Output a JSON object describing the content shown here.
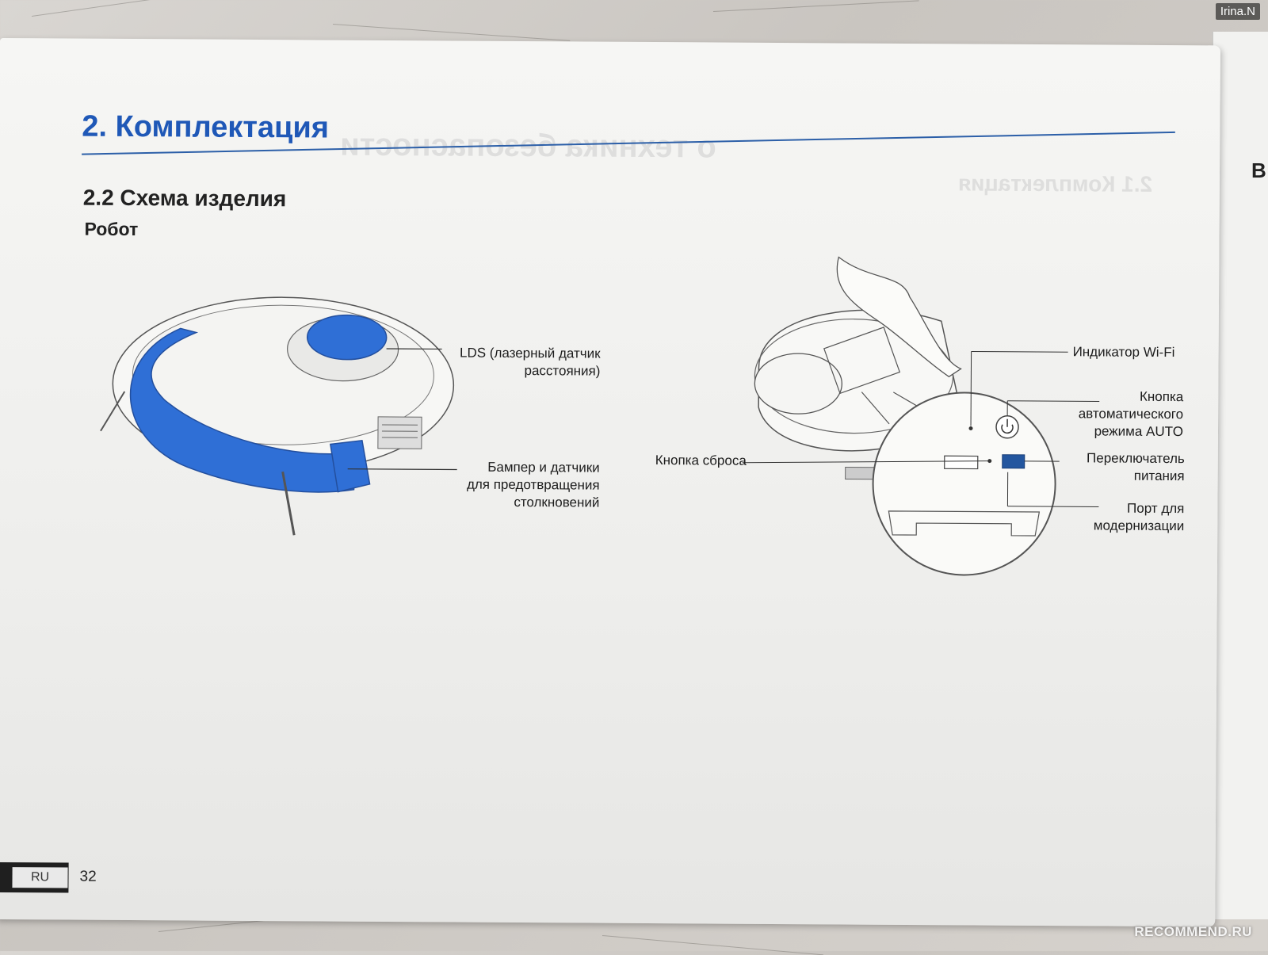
{
  "document": {
    "section_title": "2. Комплектация",
    "subsection_title": "2.2 Схема изделия",
    "robot_label": "Робот"
  },
  "callouts": {
    "lds": "LDS (лазерный датчик расстояния)",
    "lds_line1": "LDS (лазерный датчик",
    "lds_line2": "расстояния)",
    "bumper_line1": "Бампер и датчики",
    "bumper_line2": "для предотвращения",
    "bumper_line3": "столкновений",
    "reset_button": "Кнопка сброса",
    "wifi_indicator": "Индикатор Wi-Fi",
    "auto_line1": "Кнопка",
    "auto_line2": "автоматического",
    "auto_line3": "режима AUTO",
    "power_line1": "Переключатель",
    "power_line2": "питания",
    "port_line1": "Порт для",
    "port_line2": "модернизации"
  },
  "footer": {
    "language": "RU",
    "page_number": "32"
  },
  "watermarks": {
    "author": "Irina.N",
    "site": "RECOMMEND.RU"
  },
  "colors": {
    "accent_blue": "#1f58b7",
    "highlight_blue": "#2f6fd6"
  }
}
